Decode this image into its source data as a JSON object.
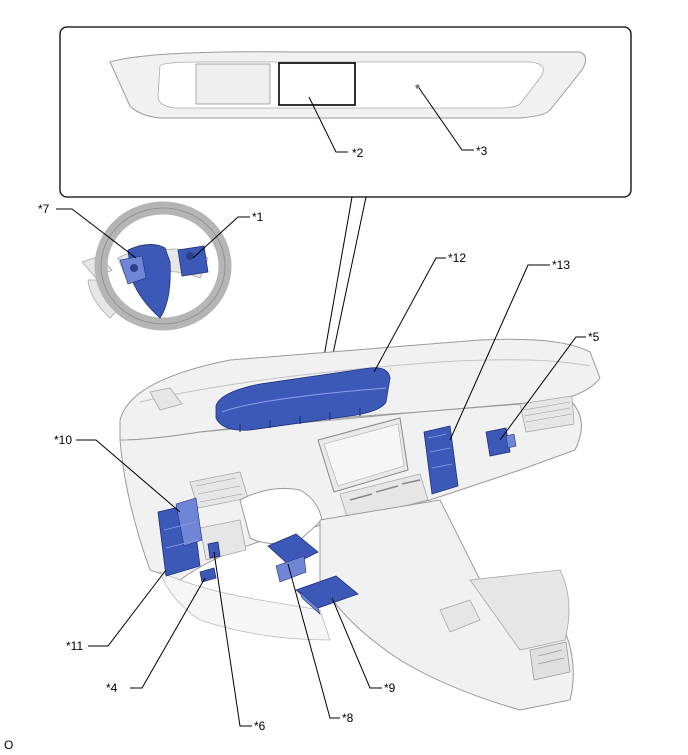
{
  "callouts": {
    "c1": "*1",
    "c2": "*2",
    "c3": "*3",
    "c4": "*4",
    "c5": "*5",
    "c6": "*6",
    "c7": "*7",
    "c8": "*8",
    "c9": "*9",
    "c10": "*10",
    "c11": "*11",
    "c12": "*12",
    "c13": "*13"
  },
  "footer_code": "O",
  "colors": {
    "highlight_part": "#3d59b8",
    "outline": "#9a9a9a",
    "background": "#ffffff"
  }
}
